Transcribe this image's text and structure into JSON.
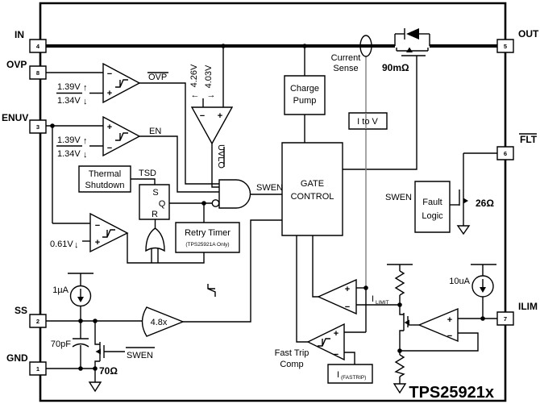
{
  "device": {
    "title": "TPS25921x"
  },
  "pins": {
    "in": {
      "label": "IN",
      "number": "4"
    },
    "ovp": {
      "label": "OVP",
      "number": "8"
    },
    "enuv": {
      "label": "ENUV",
      "number": "3"
    },
    "ss": {
      "label": "SS",
      "number": "2"
    },
    "gnd": {
      "label": "GND",
      "number": "1"
    },
    "out": {
      "label": "OUT",
      "number": "5"
    },
    "flt": {
      "label": "FLT",
      "number": "6"
    },
    "ilim": {
      "label": "ILIM",
      "number": "7"
    }
  },
  "blocks": {
    "charge_pump": {
      "line1": "Charge",
      "line2": "Pump"
    },
    "gate_control": {
      "line1": "GATE",
      "line2": "CONTROL"
    },
    "thermal_shutdown": {
      "line1": "Thermal",
      "line2": "Shutdown"
    },
    "latch": {
      "s": "S",
      "q": "Q",
      "r": "R"
    },
    "retry_timer": {
      "line1": "Retry Timer",
      "line2": "(TPS25921A Only)"
    },
    "fault_logic": {
      "line1": "Fault",
      "line2": "Logic"
    },
    "i_to_v": {
      "label": "I to V"
    }
  },
  "signals": {
    "ovp_out": "OVP",
    "en_out": "EN",
    "uvlo_out": "UVLO",
    "tsd": "TSD",
    "swen_gate": "SWEN",
    "swen_fault": "SWEN",
    "swen_ss": "SWEN",
    "current_sense_1": "Current",
    "current_sense_2": "Sense",
    "fast_trip_1": "Fast Trip",
    "fast_trip_2": "Comp",
    "i_limit": {
      "base": "I",
      "sub": "LIMIT"
    },
    "i_fastrip": {
      "base": "I",
      "sub": "(FASTRIP)"
    }
  },
  "values": {
    "ovp_rising": "1.39V",
    "ovp_falling": "1.34V",
    "en_rising": "1.39V",
    "en_falling": "1.34V",
    "uvlo_rising": "4.26V",
    "uvlo_falling": "4.03V",
    "reset_threshold": "0.61V",
    "fet_resistance": "90mΩ",
    "flt_resistance": "26Ω",
    "ss_resistance": "70Ω",
    "ss_capacitance": "70pF",
    "ss_current": "1µA",
    "ilim_current": "10uA",
    "ss_gain": "4.8x"
  },
  "glyphs": {
    "plus": "+",
    "minus": "−",
    "arrow_up": "↑",
    "arrow_down": "↓",
    "arrow_left": "←",
    "arrow_right": "→"
  }
}
